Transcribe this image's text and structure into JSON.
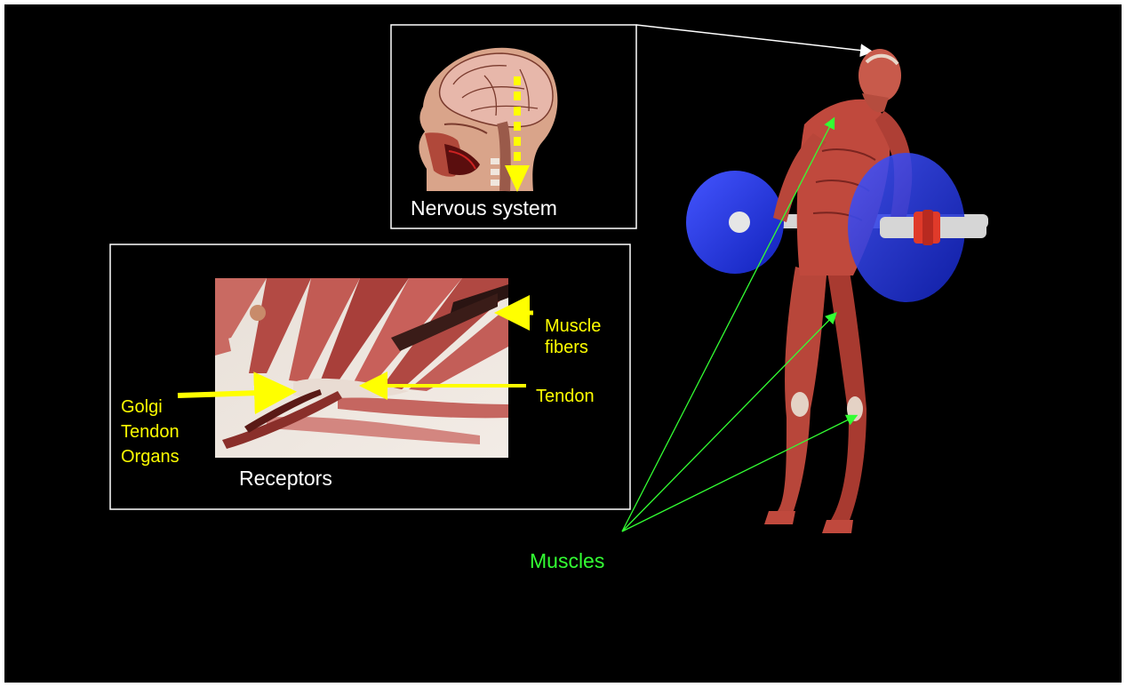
{
  "panels": {
    "nervous": {
      "caption": "Nervous system"
    },
    "receptors": {
      "caption": "Receptors"
    }
  },
  "labels": {
    "muscle_fibers_1": "Muscle",
    "muscle_fibers_2": "fibers",
    "tendon": "Tendon",
    "golgi_1": "Golgi",
    "golgi_2": "Tendon",
    "golgi_3": "Organs",
    "muscles": "Muscles"
  },
  "colors": {
    "background": "#000000",
    "caption": "#ffffff",
    "yellow_label": "#ffff00",
    "green_label": "#33ff33",
    "white_arrow": "#ffffff",
    "weight_plate": "#2233dd"
  },
  "icons": {
    "head": "head-cross-section-icon",
    "body": "muscular-figure-icon",
    "tissue": "muscle-tissue-icon"
  }
}
